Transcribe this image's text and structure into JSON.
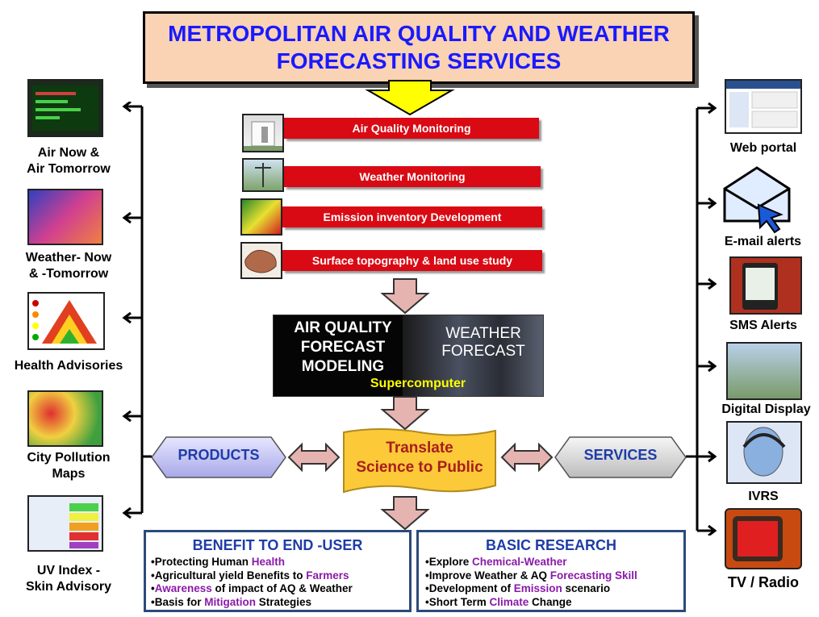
{
  "title": "METROPOLITAN AIR QUALITY AND WEATHER FORECASTING SERVICES",
  "monitoring": [
    "Air Quality Monitoring",
    "Weather Monitoring",
    "Emission inventory Development",
    "Surface topography & land use study"
  ],
  "model": {
    "left_line1": "AIR QUALITY",
    "left_line2": "FORECAST",
    "left_line3": "MODELING",
    "right_line1": "WEATHER",
    "right_line2": "FORECAST",
    "supercomputer": "Supercomputer"
  },
  "products_label": "PRODUCTS",
  "services_label": "SERVICES",
  "translate": {
    "line1": "Translate",
    "line2": "Science to Public"
  },
  "products": [
    {
      "line1": "Air Now &",
      "line2": "Air Tomorrow"
    },
    {
      "line1": "Weather- Now",
      "line2": "& -Tomorrow"
    },
    {
      "line1": "Health Advisories",
      "line2": ""
    },
    {
      "line1": "City Pollution",
      "line2": "Maps"
    },
    {
      "line1": "UV Index -",
      "line2": "Skin Advisory"
    }
  ],
  "services": [
    "Web portal",
    "E-mail alerts",
    "SMS Alerts",
    "Digital Display",
    "IVRS",
    "TV / Radio"
  ],
  "benefit": {
    "heading": "BENEFIT TO END -USER",
    "lines": [
      {
        "pre": "•Protecting Human ",
        "hl": "Health",
        "post": ""
      },
      {
        "pre": "•Agricultural yield Benefits to ",
        "hl": "Farmers",
        "post": ""
      },
      {
        "pre": "•",
        "hl": "Awareness",
        "post": " of impact of AQ & Weather"
      },
      {
        "pre": "•Basis for ",
        "hl": "Mitigation",
        "post": " Strategies"
      }
    ]
  },
  "research": {
    "heading": "BASIC RESEARCH",
    "lines": [
      {
        "pre": "•Explore ",
        "hl": "Chemical-Weather",
        "post": ""
      },
      {
        "pre": "•Improve Weather & AQ ",
        "hl": "Forecasting Skill",
        "post": ""
      },
      {
        "pre": "•Development of ",
        "hl": "Emission",
        "post": " scenario"
      },
      {
        "pre": "•Short Term ",
        "hl": "Climate",
        "post": " Change"
      }
    ]
  },
  "colors": {
    "title_blue": "#1a1aff",
    "red_bar": "#d90a14",
    "highlight_purple": "#8a1aa8",
    "translate_yellow": "#fcc938"
  }
}
